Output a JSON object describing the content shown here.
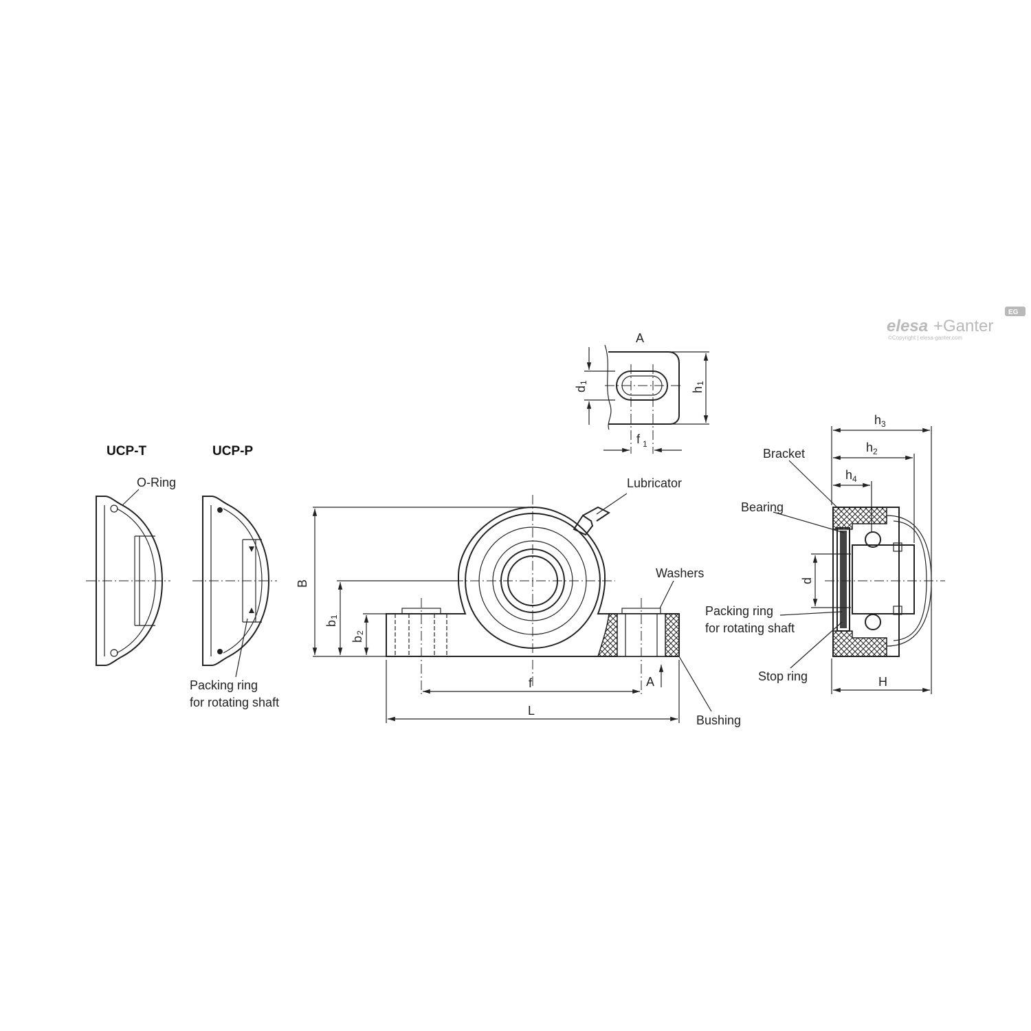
{
  "brand": {
    "logo_main": "elesa",
    "logo_plus": "+Ganter",
    "badge": "EG",
    "copyright": "©Copyright | elesa-ganter.com"
  },
  "variants": {
    "ucp_t": "UCP-T",
    "ucp_p": "UCP-P"
  },
  "labels": {
    "o_ring": "O-Ring",
    "packing_ring_line1": "Packing ring",
    "packing_ring_line2": "for rotating shaft",
    "lubricator": "Lubricator",
    "washers": "Washers",
    "bushing": "Bushing",
    "bracket": "Bracket",
    "bearing": "Bearing",
    "packing_ring_r_line1": "Packing ring",
    "packing_ring_r_line2": "for rotating shaft",
    "stop_ring": "Stop ring"
  },
  "dimensions": {
    "A": "A",
    "section_A": "A",
    "d1": "d",
    "d1_sub": "1",
    "h1": "h",
    "h1_sub": "1",
    "f1": "f",
    "f1_sub": "1",
    "B": "B",
    "b1": "b",
    "b1_sub": "1",
    "b2": "b",
    "b2_sub": "2",
    "f": "f",
    "L": "L",
    "h3": "h",
    "h3_sub": "3",
    "h2": "h",
    "h2_sub": "2",
    "h4": "h",
    "h4_sub": "4",
    "d": "d",
    "H": "H"
  }
}
